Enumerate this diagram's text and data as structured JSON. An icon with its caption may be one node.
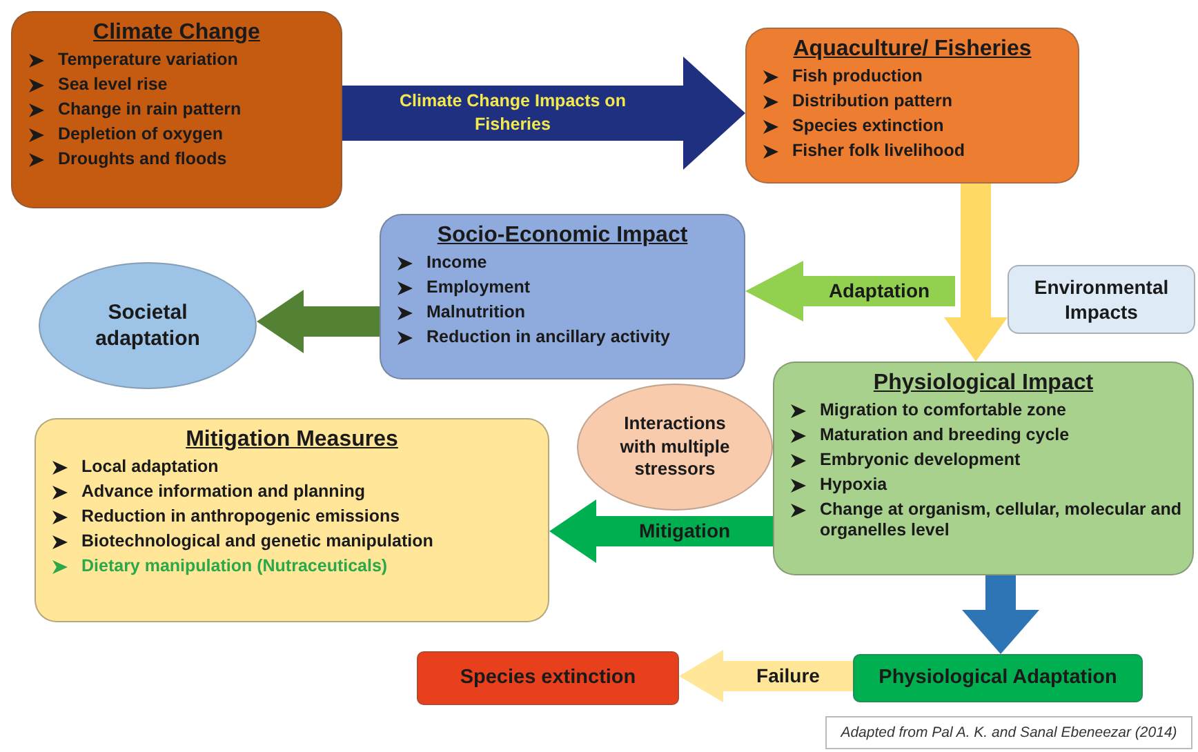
{
  "diagram": {
    "nodes": [
      {
        "text": [
          "Climate Change",
          "Temperature variation",
          "Sea level rise",
          "Change in rain pattern",
          "Depletion of oxygen",
          "Droughts and floods"
        ]
      },
      {
        "text": [
          "Aquaculture/ Fisheries",
          "Fish production",
          "Distribution pattern",
          "Species extinction",
          "Fisher folk livelihood"
        ]
      },
      {
        "text": [
          "Socio-Economic Impact",
          "Income",
          "Employment",
          "Malnutrition",
          "Reduction in ancillary activity"
        ]
      },
      {
        "text": [
          "Societal adaptation"
        ]
      },
      {
        "text": [
          "Environmental Impacts"
        ]
      },
      {
        "text": [
          "Physiological Impact",
          "Migration to comfortable zone",
          "Maturation and breeding cycle",
          "Embryonic development",
          "Hypoxia",
          "Change at organism, cellular, molecular and organelles level"
        ]
      },
      {
        "text": [
          "Interactions with multiple stressors"
        ]
      },
      {
        "text": [
          "Mitigation Measures",
          "Local adaptation",
          "Advance information and planning",
          "Reduction in anthropogenic emissions",
          "Biotechnological and genetic manipulation",
          "Dietary manipulation (Nutraceuticals)"
        ]
      },
      {
        "text": [
          "Physiological Adaptation"
        ]
      },
      {
        "text": [
          "Species extinction"
        ]
      }
    ],
    "edges": [
      {
        "from": 0,
        "to": 1,
        "arrow": "to",
        "label": "Climate Change Impacts on Fisheries",
        "style": "thick",
        "color": "#203080"
      },
      {
        "from": 1,
        "to": 5,
        "arrow": "to",
        "color": "#ffd966"
      },
      {
        "from": null,
        "to": 2,
        "arrow": "to",
        "label": "Adaptation",
        "color": "#92d050"
      },
      {
        "from": 2,
        "to": 3,
        "arrow": "to",
        "color": "#548235"
      },
      {
        "from": 5,
        "to": 7,
        "arrow": "to",
        "label": "Mitigation",
        "color": "#00b050"
      },
      {
        "from": 5,
        "to": 8,
        "arrow": "to",
        "color": "#2e75b6"
      },
      {
        "from": 8,
        "to": 9,
        "arrow": "to",
        "label": "Failure",
        "color": "#ffe699"
      }
    ],
    "labels": [
      "Adapted from Pal A. K. and Sanal Ebeneezar (2014)"
    ]
  }
}
